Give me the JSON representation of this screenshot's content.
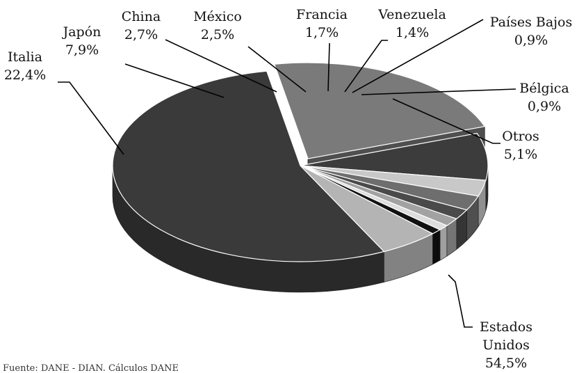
{
  "chart_data": {
    "type": "pie",
    "variant": "3d-exploded",
    "title": "",
    "slices": [
      {
        "name": "Estados Unidos",
        "value_label": "54,5%",
        "value": 54.5,
        "color": "#3a3a3a"
      },
      {
        "name": "Italia",
        "value_label": "22,4%",
        "value": 22.4,
        "color": "#7a7a7a"
      },
      {
        "name": "Japón",
        "value_label": "7,9%",
        "value": 7.9,
        "color": "#3c3c3c"
      },
      {
        "name": "China",
        "value_label": "2,7%",
        "value": 2.7,
        "color": "#c8c8c8"
      },
      {
        "name": "México",
        "value_label": "2,5%",
        "value": 2.5,
        "color": "#6e6e6e"
      },
      {
        "name": "Francia",
        "value_label": "1,7%",
        "value": 1.7,
        "color": "#4a4a4a"
      },
      {
        "name": "Venezuela",
        "value_label": "1,4%",
        "value": 1.4,
        "color": "#a2a2a2"
      },
      {
        "name": "Países Bajos",
        "value_label": "0,9%",
        "value": 0.9,
        "color": "#dddddd"
      },
      {
        "name": "Bélgica",
        "value_label": "0,9%",
        "value": 0.9,
        "color": "#111111"
      },
      {
        "name": "Otros",
        "value_label": "5,1%",
        "value": 5.1,
        "color": "#b4b4b4"
      }
    ],
    "labels": [
      {
        "lines": [
          "Estados",
          "Unidos",
          "54,5%"
        ]
      },
      {
        "lines": [
          "Italia",
          "22,4%"
        ]
      },
      {
        "lines": [
          "Japón",
          "7,9%"
        ]
      },
      {
        "lines": [
          "China",
          "2,7%"
        ]
      },
      {
        "lines": [
          "México",
          "2,5%"
        ]
      },
      {
        "lines": [
          "Francia",
          "1,7%"
        ]
      },
      {
        "lines": [
          "Venezuela",
          "1,4%"
        ]
      },
      {
        "lines": [
          "Países Bajos",
          "0,9%"
        ]
      },
      {
        "lines": [
          "Bélgica",
          "0,9%"
        ]
      },
      {
        "lines": [
          "Otros",
          "5,1%"
        ]
      }
    ],
    "source": "Fuente: DANE - DIAN. Cálculos DANE"
  }
}
